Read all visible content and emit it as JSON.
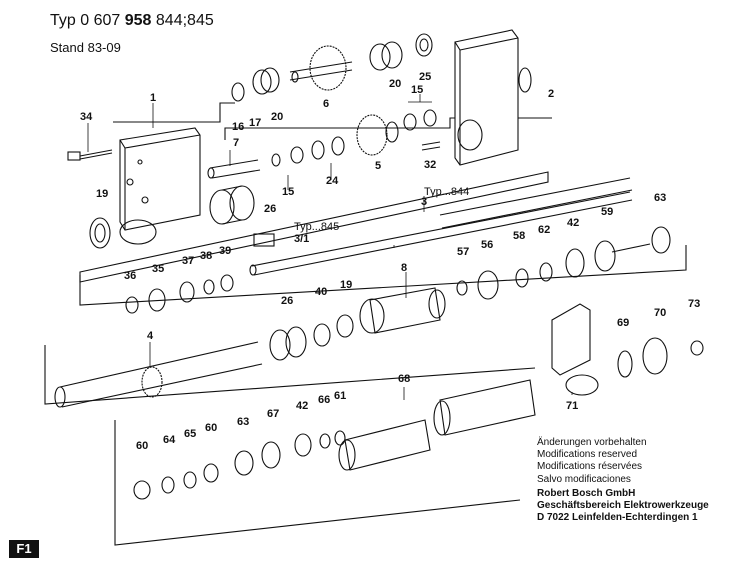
{
  "header": {
    "typ_prefix": "Typ",
    "typ_code_plain": "0 607",
    "typ_code_bold": "958",
    "typ_code_tail": "844;845",
    "stand": "Stand  83-09"
  },
  "part_labels": [
    "34",
    "1",
    "16",
    "17",
    "20",
    "6",
    "20",
    "25",
    "2",
    "15",
    "7",
    "15",
    "24",
    "5",
    "32",
    "19",
    "26",
    "3",
    "39",
    "38",
    "37",
    "35",
    "36",
    "3/1",
    "42",
    "59",
    "63",
    "62",
    "58",
    "56",
    "57",
    "8",
    "26",
    "40",
    "19",
    "4",
    "69",
    "70",
    "73",
    "71",
    "68",
    "60",
    "64",
    "65",
    "60",
    "63",
    "67",
    "42",
    "66",
    "61"
  ],
  "type_labels": {
    "t844": "Typ...844",
    "t845": "Typ...845"
  },
  "notes": [
    "Änderungen vorbehalten",
    "Modifications reserved",
    "Modifications réservées",
    "Salvo modificaciones"
  ],
  "company": [
    "Robert Bosch GmbH",
    "Geschäftsbereich Elektrowerkzeuge",
    "D 7022 Leinfelden-Echterdingen 1"
  ],
  "badge": "F1"
}
